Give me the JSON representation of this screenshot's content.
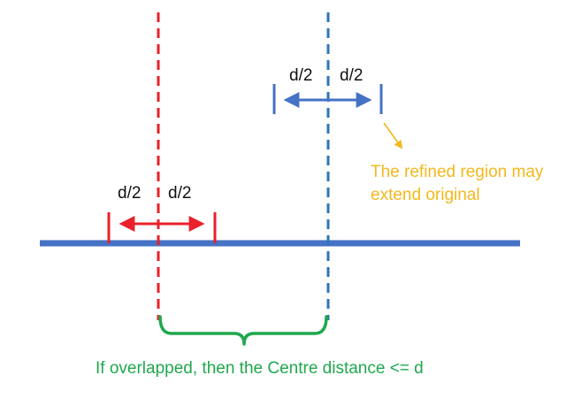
{
  "diagram": {
    "labels": {
      "red_left_half": "d/2",
      "red_right_half": "d/2",
      "blue_left_half": "d/2",
      "blue_right_half": "d/2",
      "note_line1": "The refined region may",
      "note_line2": "extend original",
      "conclusion": "If overlapped, then the Centre distance <= d"
    },
    "colors": {
      "baseline": "#4472c4",
      "red_region": "#e8212a",
      "blue_region": "#2e75b6",
      "bracket": "#1fa84d",
      "note": "#f2b81c",
      "text": "#111111"
    }
  }
}
